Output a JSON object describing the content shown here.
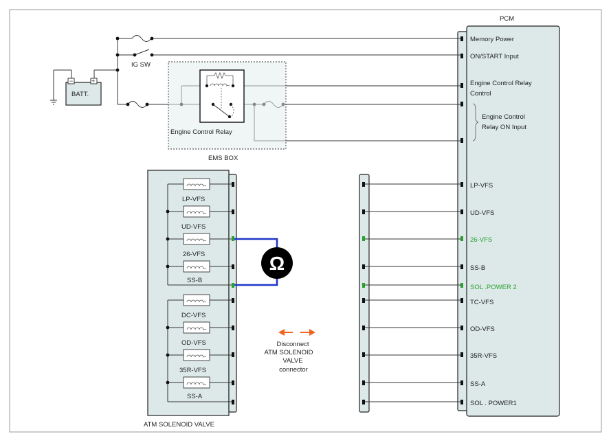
{
  "pcm": {
    "title": "PCM",
    "memory_power": "Memory Power",
    "on_start": "ON/START Input",
    "ecr_control_1": "Engine Control Relay",
    "ecr_control_2": "Control",
    "ecr_on_1": "Engine Control",
    "ecr_on_2": "Relay ON Input",
    "lp_vfs": "LP-VFS",
    "ud_vfs": "UD-VFS",
    "vfs26": "26-VFS",
    "ss_b": "SS-B",
    "sol_power2": "SOL .POWER 2",
    "tc_vfs": "TC-VFS",
    "od_vfs": "OD-VFS",
    "vfs35r": "35R-VFS",
    "ss_a": "SS-A",
    "sol_power1": "SOL . POWER1"
  },
  "power": {
    "ig_sw": "IG SW",
    "battery": "BATT.",
    "batt_minus": "−",
    "batt_plus": "+"
  },
  "ems": {
    "box_label": "EMS BOX",
    "relay_label": "Engine Control Relay"
  },
  "valve": {
    "title": "ATM SOLENOID VALVE",
    "lp_vfs": "LP-VFS",
    "ud_vfs": "UD-VFS",
    "vfs26": "26-VFS",
    "ss_b": "SS-B",
    "dc_vfs": "DC-VFS",
    "od_vfs": "OD-VFS",
    "vfs35r": "35R-VFS",
    "ss_a": "SS-A"
  },
  "meter": {
    "symbol": "Ω"
  },
  "note": {
    "line1": "Disconnect",
    "line2": "ATM SOLENOID",
    "line3": "VALVE",
    "line4": "connector"
  },
  "colors": {
    "measure_wire": "#1f36c9",
    "highlight_text": "#27a12f",
    "arrow": "#f0641e"
  }
}
